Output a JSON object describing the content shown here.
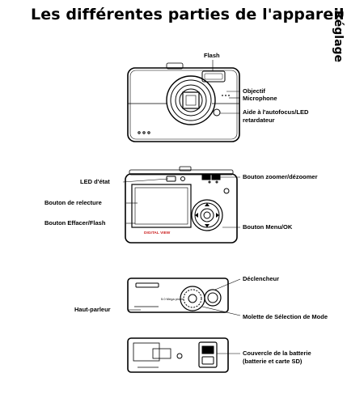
{
  "page": {
    "title": "Les différentes parties de l'appareil",
    "side_tab": "Réglage"
  },
  "front_view": {
    "flash": "Flash",
    "lens": "Objectif",
    "microphone": "Microphone",
    "af_assist": "Aide à l'autofocus/LED retardateur"
  },
  "back_view": {
    "status_led": "LED d'état",
    "playback_button": "Bouton de relecture",
    "delete_flash_button": "Bouton Effacer/Flash",
    "zoom_button": "Bouton zoomer/dézoomer",
    "menu_ok_button": "Bouton Menu/OK",
    "screen_brand": "DIGITAL VIEW"
  },
  "top_view": {
    "shutter": "Déclencheur",
    "speaker": "Haut-parleur",
    "mode_dial": "Molette de Sélection de Mode",
    "body_text": "5.0 Mega pixels"
  },
  "bottom_view": {
    "battery_cover": "Couvercle de la batterie (batterie et carte SD)"
  }
}
